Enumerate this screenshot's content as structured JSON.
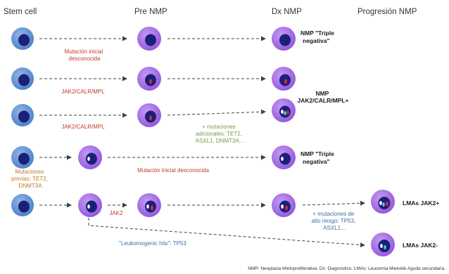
{
  "columns": {
    "stem": "Stem cell",
    "pre": "Pre NMP",
    "dx": "Dx NMP",
    "prog": "Progresión NMP"
  },
  "colors": {
    "stem_cell_fill": "#5b8fd0",
    "nmp_cell_fill": "#a86be6",
    "nucleus": "#1a2078",
    "mutation_red": "#d6253a",
    "mutation_white": "#ffffff",
    "mutation_teal": "#4fd0c0",
    "label_red": "#c0392b",
    "label_green": "#7c9a4c",
    "label_orange": "#c47b25",
    "label_blue": "#3d6ea8",
    "arrow": "#3c4047"
  },
  "rows": {
    "r1": {
      "mutation": [
        "Mutación inicial",
        "desconocida"
      ],
      "dx_label": [
        "NMP \"Triple",
        "negativa\""
      ]
    },
    "r2": {
      "mutation": [
        "JAK2/CALR/MPL"
      ],
      "dx_label": [
        "NMP",
        "JAK2/CALR/MPL+"
      ]
    },
    "r3": {
      "mutation": [
        "JAK2/CALR/MPL"
      ],
      "extra": [
        "+ mutaciones",
        "adicionales: TET2,",
        "ASXL1, DNMT3A..."
      ]
    },
    "r4": {
      "previous": [
        "Mutaciones",
        "previas: TET2,",
        "DNMT3A"
      ],
      "mutation": [
        "Mutación inicial desconocida"
      ],
      "dx_label": [
        "NMP \"Triple",
        "negativa\""
      ]
    },
    "r5": {
      "mutation": [
        "JAK2"
      ],
      "extra": [
        "+ mutaciones de",
        "alto riesgo: TP53,",
        "ASXL1..."
      ],
      "prog_label": "LMAs JAK2+"
    },
    "r6": {
      "hits": "\"Leukomogenic hits\": TP53",
      "prog_label": "LMAs JAK2-"
    }
  },
  "footnote": "NMP: Neoplasia Mieloproliferativa. Dx: Diagnóstico. LMAs: Leucemia Mieloide Aguda secundaria."
}
